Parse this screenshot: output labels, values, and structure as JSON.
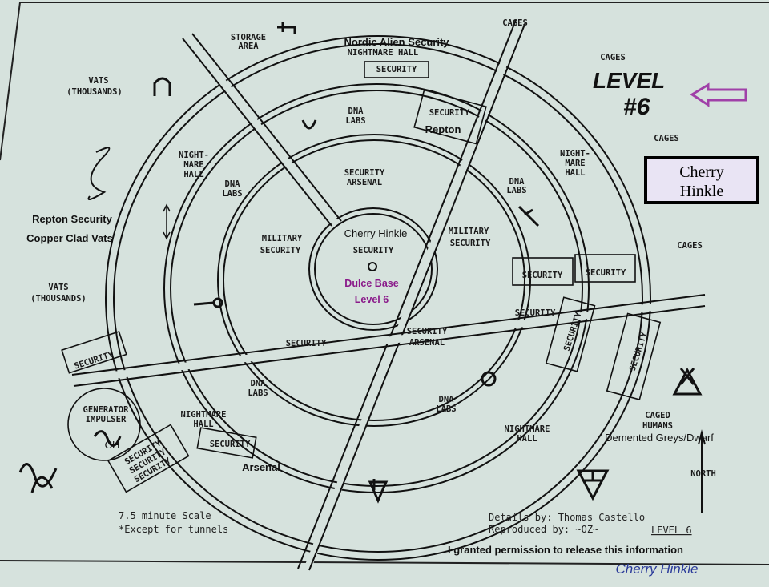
{
  "title": {
    "level_heading": "LEVEL",
    "level_number": "#6",
    "footer_level": "LEVEL 6"
  },
  "center": {
    "name": "Cherry Hinkle",
    "security": "SECURITY",
    "base": "Dulce Base",
    "level": "Level 6"
  },
  "name_box": {
    "line1": "Cherry",
    "line2": "Hinkle"
  },
  "labels": {
    "storage_area_1": "STORAGE",
    "storage_area_2": "AREA",
    "nordic": "Nordic Alien Security",
    "nightmare_hall_top": "NIGHTMARE HALL",
    "security": "SECURITY",
    "repton": "Repton",
    "dna": "DNA",
    "labs": "LABS",
    "night": "NIGHT-",
    "mare": "MARE",
    "hall": "HALL",
    "arsenal_caps": "ARSENAL",
    "military": "MILITARY",
    "vats": "VATS",
    "thousands": "(THOUSANDS)",
    "repton_security": "Repton Security",
    "copper_clad_vats": "Copper Clad Vats",
    "cages": "CAGES",
    "generator": "GENERATOR",
    "impulser": "IMPULSER",
    "ch": "CH",
    "nightmare": "NIGHTMARE",
    "arsenal": "Arsenal",
    "caged": "CAGED",
    "humans": "HUMANS",
    "demented": "Demented Greys/Dwarf",
    "north": "NORTH"
  },
  "footer": {
    "scale": "7.5 minute Scale",
    "except": "*Except for tunnels",
    "details": "Details by: Thomas Castello",
    "reproduced": "Reproduced by: ~OZ~",
    "permission": "I granted permission to release this information",
    "signature": "Cherry Hinkle"
  },
  "colors": {
    "paper": "#d6e2dd",
    "arrow": "#a040a8",
    "center_text": "#8a1a8a",
    "signature": "#2a3a9a",
    "name_box_bg": "#e9e4f4"
  },
  "icons": [
    "arrow-left-icon",
    "serpent-icon",
    "glyph-icons",
    "north-arrow-icon"
  ]
}
